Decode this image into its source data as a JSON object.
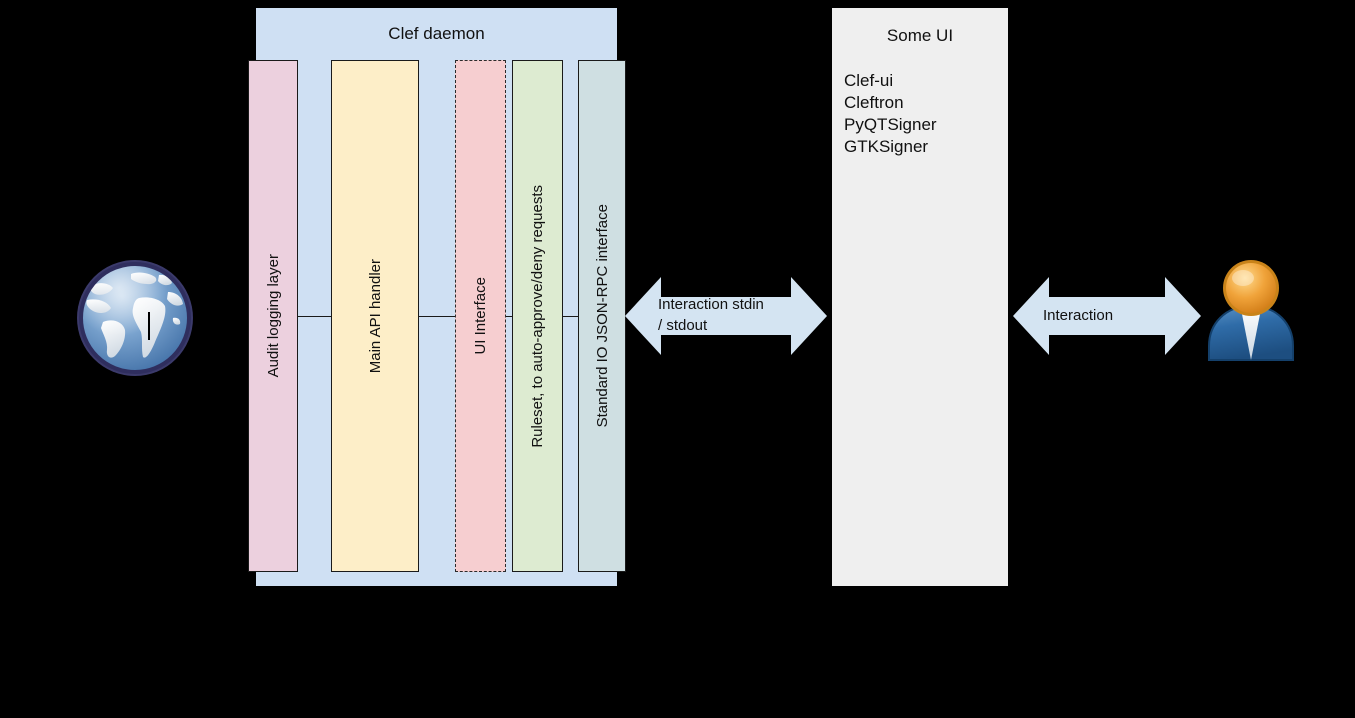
{
  "diagram": {
    "background_color": "#000000",
    "daemon": {
      "title": "Clef daemon",
      "fill": "#cfe0f3",
      "layers": [
        {
          "id": "audit",
          "label": "Audit logging layer",
          "fill": "#ecd0de",
          "border": "solid"
        },
        {
          "id": "api",
          "label": "Main API handler",
          "fill": "#fdeec8",
          "border": "solid"
        },
        {
          "id": "ui",
          "label": "UI Interface",
          "fill": "#f6ced0",
          "border": "dashed"
        },
        {
          "id": "ruleset",
          "label": "Ruleset, to auto-approve/deny requests",
          "fill": "#ddebd1",
          "border": "solid"
        },
        {
          "id": "stdio",
          "label": "Standard IO JSON-RPC interface",
          "fill": "#cfdfe2",
          "border": "solid"
        }
      ]
    },
    "some_ui": {
      "title": "Some UI",
      "fill": "#efefef",
      "items": [
        "Clef-ui",
        "Cleftron",
        "PyQTSigner",
        "GTKSigner"
      ]
    },
    "arrows": [
      {
        "id": "stdio-arrow",
        "label": "Interaction stdin\n/ stdout",
        "fill": "#d4e4f2",
        "direction": "bidirectional"
      },
      {
        "id": "interaction-arrow",
        "label": "Interaction",
        "fill": "#d4e4f2",
        "direction": "bidirectional"
      }
    ],
    "icons": [
      {
        "id": "globe",
        "name": "globe-icon",
        "description": "Internet / world globe"
      },
      {
        "id": "user",
        "name": "user-icon",
        "description": "End user person avatar"
      }
    ]
  }
}
